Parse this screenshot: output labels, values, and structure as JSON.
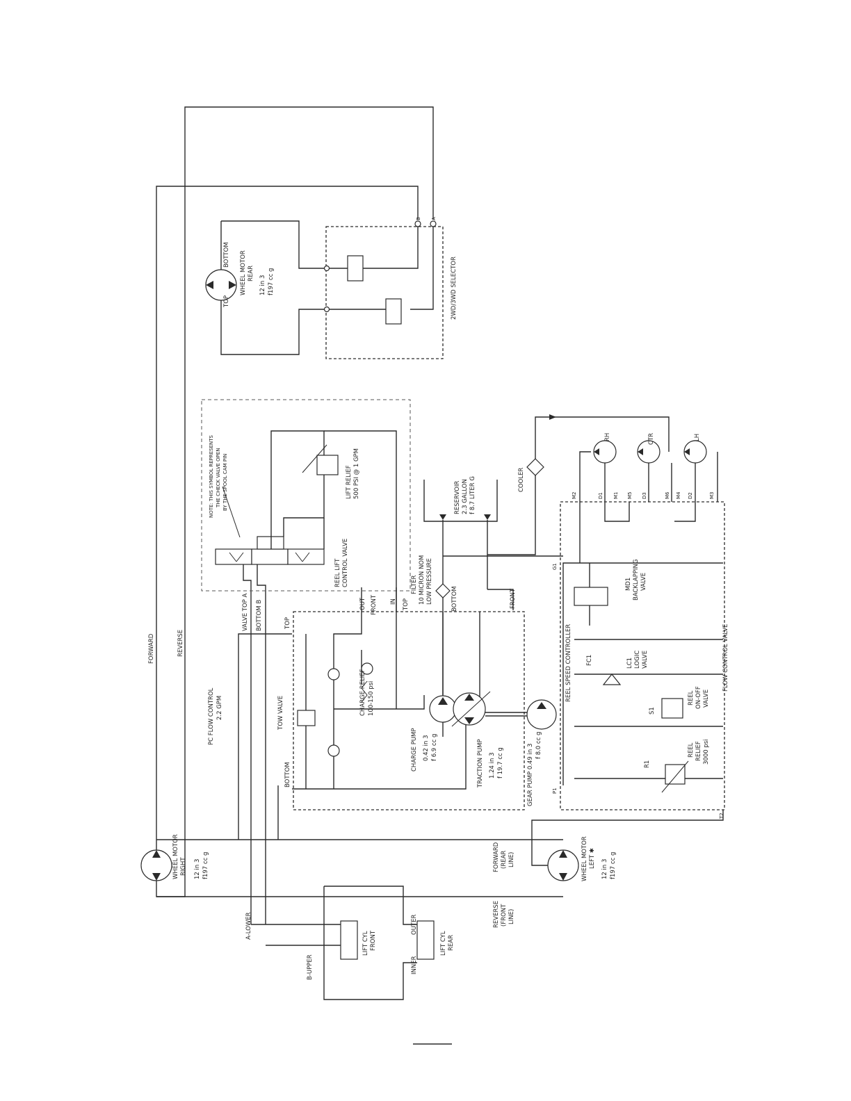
{
  "labels": {
    "forward": "FORWARD",
    "reverse": "REVERSE",
    "pc_flow_1": "PC FLOW CONTROL",
    "pc_flow_2": "2.2 GPM",
    "tow_valve": "TOW VALVE",
    "top_left": "TOP",
    "bottom_left": "BOTTOM",
    "valve_top_a": "VALVE TOP A",
    "bottom_b": "BOTTOM B",
    "out": "OUT",
    "front": "FRONT",
    "in": "IN",
    "top": "TOP",
    "bottom": "BOTTOM",
    "front2": "FRONT",
    "charge_relief_1": "CHARGE RELIEF",
    "charge_relief_2": "100-150  psi",
    "charge_pump_1": "CHARGE PUMP",
    "charge_pump_2": "0.42  in 3",
    "charge_pump_3": "f 6.9  cc g",
    "traction_pump_1": "TRACTION PUMP",
    "traction_pump_2": "1.24 in 3",
    "traction_pump_3": "f 19.7 cc g",
    "gear_pump_1": "GEAR PUMP  0.49  in 3",
    "gear_pump_2": "f 8.0  cc g",
    "filter_1": "FILTER",
    "filter_2": "10 MICRON NOM",
    "filter_3": "LOW PRESSURE",
    "reservoir_1": "RESERVOIR",
    "reservoir_2": "2.3 GALLON",
    "reservoir_3": "f  8.7 LITER G",
    "cooler": "COOLER",
    "reel_lift_1": "REEL LIFT",
    "reel_lift_2": "CONTROL VALVE",
    "lift_relief_1": "LIFT RELIEF",
    "lift_relief_2": "500 PSI @ 1 GPM",
    "note_1": "NOTE: THIS SYMBOL REPRESENTS",
    "note_2": "THE CHECK VALVE OPEN",
    "note_3": "BY THE SPOOL CAM PIN",
    "wm_rear_1": "WHEEL MOTOR",
    "wm_rear_2": "REAR",
    "wm_rear_3": "12  in 3",
    "wm_rear_4": "f197  cc g",
    "wm_rear_top": "TOP",
    "wm_rear_bottom": "BOTTOM",
    "selector": "2WD/3WD SELECTOR",
    "port_a": "A",
    "port_b": "B",
    "wm_right_1": "WHEEL MOTOR",
    "wm_right_2": "RIGHT",
    "wm_right_3": "12  in 3",
    "wm_right_4": "f197  cc g",
    "wm_left_1": "WHEEL MOTOR",
    "wm_left_2": "LEFT ✱",
    "wm_left_3": "12  in 3",
    "wm_left_4": "f197  cc g",
    "fwd_rear_1": "FORWARD",
    "fwd_rear_2": "(REAR",
    "fwd_rear_3": "LINE)",
    "rev_front_1": "REVERSE",
    "rev_front_2": "(FRONT",
    "rev_front_3": "LINE)",
    "a_lower": "A-LOWER",
    "b_upper": "B-UPPER",
    "lift_cyl_front_1": "LIFT CYL",
    "lift_cyl_front_2": "FRONT",
    "lift_cyl_rear_1": "LIFT CYL",
    "lift_cyl_rear_2": "REAR",
    "outer": "OUTER",
    "inner": "INNER",
    "rh": "RH",
    "ctr": "CTR",
    "lh": "LH",
    "m2": "M2",
    "d1": "D1",
    "m1": "M1",
    "m5": "M5",
    "d3": "D3",
    "m6": "M6",
    "m4": "M4",
    "d2": "D2",
    "m3": "M3",
    "g1": "G1",
    "p1": "P1",
    "t2": "T2",
    "md1": "MD1",
    "backlap_1": "BACKLAPPING",
    "backlap_2": "VALVE",
    "reel_speed": "REEL SPEED CONTROLLER",
    "fc1": "FC1",
    "lc1_1": "LC1",
    "lc1_2": "LOGIC",
    "lc1_3": "VALVE",
    "s1": "S1",
    "reel_onoff_1": "REEL",
    "reel_onoff_2": "ON-OFF",
    "reel_onoff_3": "VALVE",
    "r1": "R1",
    "reel_relief_1": "REEL",
    "reel_relief_2": "RELIEF",
    "reel_relief_3": "3000 psi",
    "flow_control_valve": "FLOW  CONTROL  VALVE"
  }
}
